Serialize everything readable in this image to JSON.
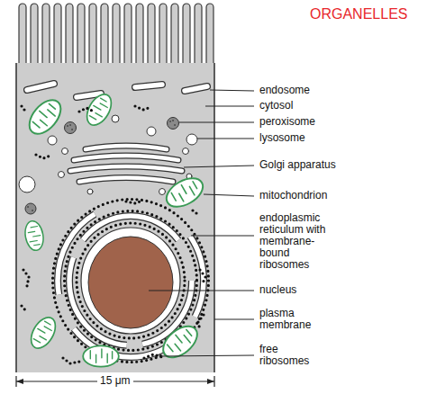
{
  "diagram": {
    "title": "ORGANELLES",
    "labels": [
      "endosome",
      "cytosol",
      "peroxisome",
      "lysosome",
      "Golgi apparatus",
      "mitochondrion",
      "endoplasmic reticulum with membrane-bound ribosomes",
      "nucleus",
      "plasma membrane",
      "free ribosomes",
      "15 μm"
    ]
  }
}
